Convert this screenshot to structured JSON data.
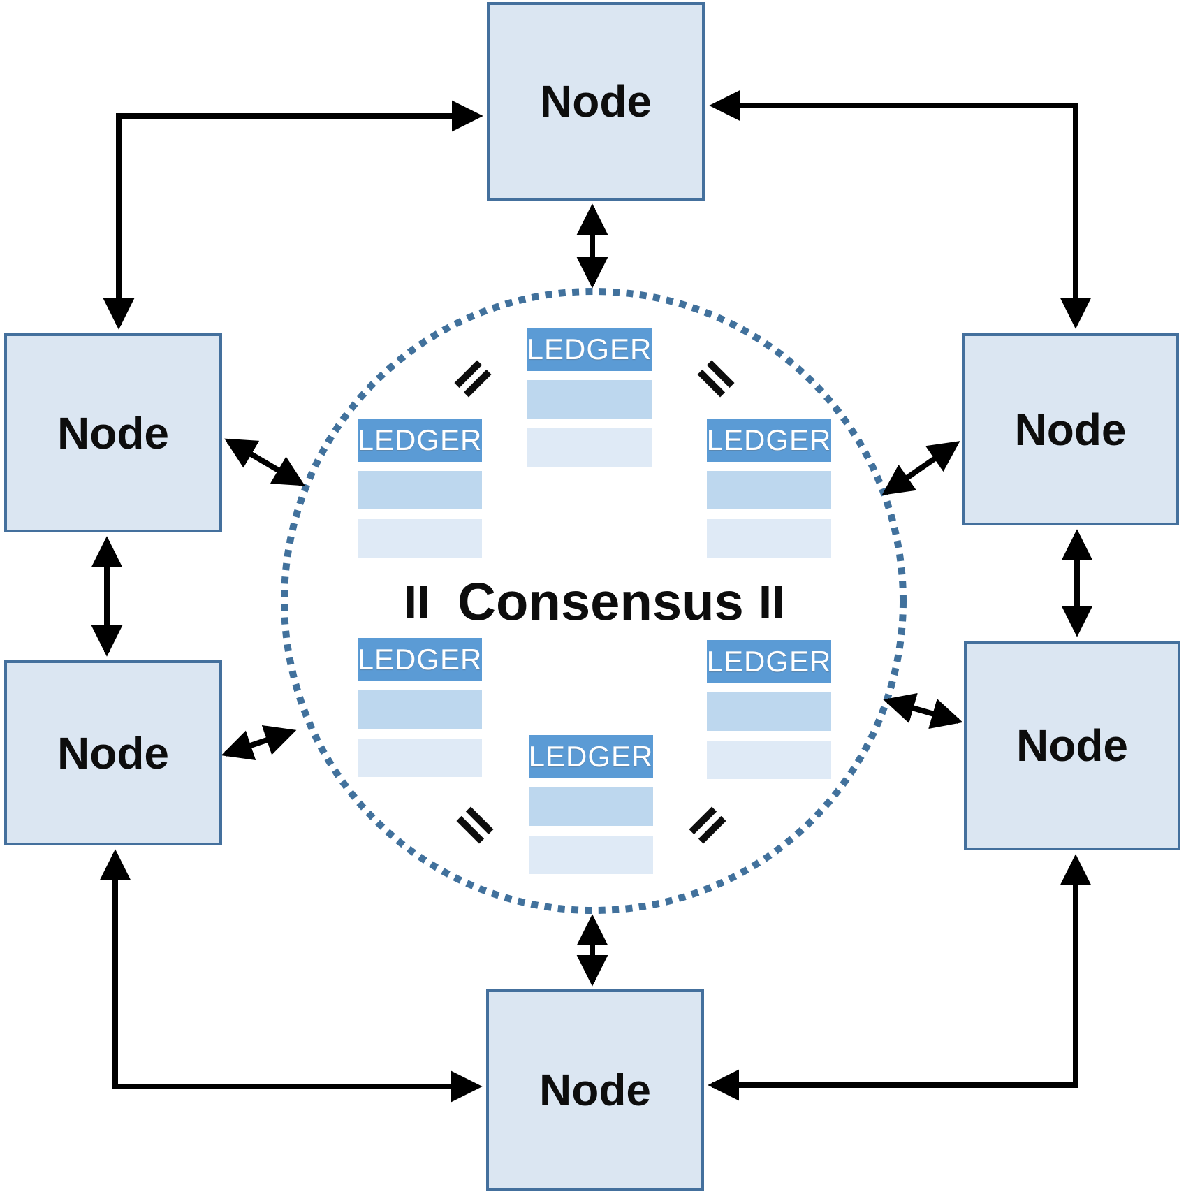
{
  "center": {
    "label": "Consensus",
    "circle_style": "dotted",
    "equals_glyph": "="
  },
  "nodes": [
    {
      "label": "Node",
      "position": "top"
    },
    {
      "label": "Node",
      "position": "left-upper"
    },
    {
      "label": "Node",
      "position": "left-lower"
    },
    {
      "label": "Node",
      "position": "right-upper"
    },
    {
      "label": "Node",
      "position": "right-lower"
    },
    {
      "label": "Node",
      "position": "bottom"
    }
  ],
  "ledgers": [
    {
      "label": "LEDGER",
      "position": "top-center"
    },
    {
      "label": "LEDGER",
      "position": "upper-left"
    },
    {
      "label": "LEDGER",
      "position": "upper-right"
    },
    {
      "label": "LEDGER",
      "position": "lower-left"
    },
    {
      "label": "LEDGER",
      "position": "lower-right"
    },
    {
      "label": "LEDGER",
      "position": "bottom-center"
    }
  ],
  "connections": [
    {
      "from": "node-left-upper",
      "to": "node-top",
      "shape": "elbow",
      "arrows": "both"
    },
    {
      "from": "node-right-upper",
      "to": "node-top",
      "shape": "elbow",
      "arrows": "both"
    },
    {
      "from": "node-left-lower",
      "to": "node-bottom",
      "shape": "elbow",
      "arrows": "both"
    },
    {
      "from": "node-right-lower",
      "to": "node-bottom",
      "shape": "elbow",
      "arrows": "both"
    },
    {
      "from": "node-top",
      "to": "consensus-circle",
      "shape": "straight",
      "arrows": "both"
    },
    {
      "from": "node-bottom",
      "to": "consensus-circle",
      "shape": "straight",
      "arrows": "both"
    },
    {
      "from": "node-left-upper",
      "to": "node-left-lower",
      "shape": "straight",
      "arrows": "both"
    },
    {
      "from": "node-right-upper",
      "to": "node-right-lower",
      "shape": "straight",
      "arrows": "both"
    },
    {
      "from": "node-left-upper",
      "to": "consensus-circle",
      "shape": "diagonal",
      "arrows": "both"
    },
    {
      "from": "node-left-lower",
      "to": "consensus-circle",
      "shape": "diagonal",
      "arrows": "both"
    },
    {
      "from": "node-right-upper",
      "to": "consensus-circle",
      "shape": "diagonal",
      "arrows": "both"
    },
    {
      "from": "node-right-lower",
      "to": "consensus-circle",
      "shape": "diagonal",
      "arrows": "both"
    }
  ],
  "colors": {
    "node_fill": "#dbe6f2",
    "node_border": "#44709d",
    "ledger_header_fill": "#5b9bd5",
    "ledger_header_text": "#ffffff",
    "ledger_row1_fill": "#bdd7ee",
    "ledger_row2_fill": "#dfeaf6",
    "circle_dot": "#41719c",
    "connector": "#000000",
    "label_text": "#0d0d0d"
  }
}
